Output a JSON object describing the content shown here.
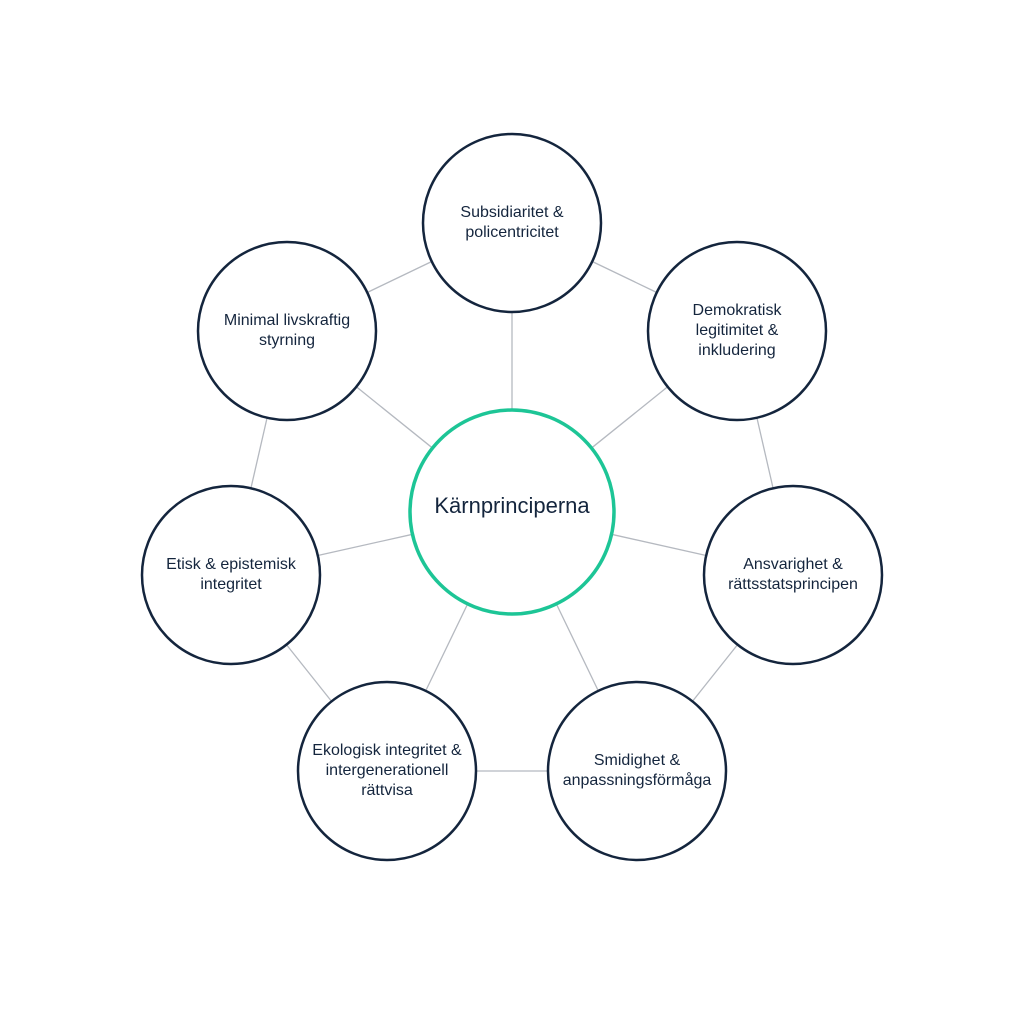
{
  "center": {
    "label": "Kärnprinciperna"
  },
  "principles": [
    {
      "label": "Subsidiaritet & policentricitet"
    },
    {
      "label": "Demokratisk legitimitet & inkludering"
    },
    {
      "label": "Ansvarighet & rättsstatsprincipen"
    },
    {
      "label": "Smidighet & anpassningsförmåga"
    },
    {
      "label": "Ekologisk integritet & intergenerationell rättvisa"
    },
    {
      "label": "Etisk & epistemisk integritet"
    },
    {
      "label": "Minimal livskraftig styrning"
    }
  ],
  "colors": {
    "center_ring": "#1dc596",
    "outer_ring": "#14253d",
    "connector": "#b5b9c0",
    "text": "#14253d"
  }
}
